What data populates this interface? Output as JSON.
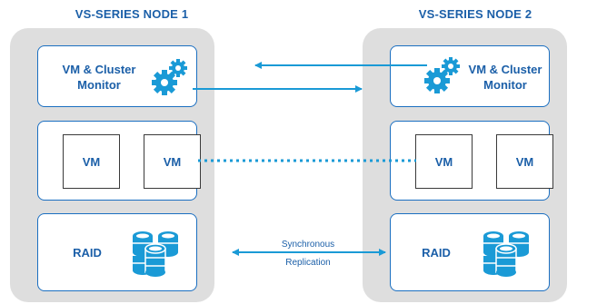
{
  "nodes": [
    {
      "title": "VS-SERIES NODE 1",
      "monitor_label_line1": "VM & Cluster",
      "monitor_label_line2": "Monitor",
      "vms": [
        "VM",
        "VM"
      ],
      "storage_label": "RAID"
    },
    {
      "title": "VS-SERIES NODE 2",
      "monitor_label_line1": "VM & Cluster",
      "monitor_label_line2": "Monitor",
      "vms": [
        "VM",
        "VM"
      ],
      "storage_label": "RAID"
    }
  ],
  "replication": {
    "line1": "Synchronous",
    "line2": "Replication"
  },
  "icons": {
    "monitor": "gears-icon",
    "storage": "database-stack-icon"
  },
  "colors": {
    "accent": "#1b6fc1",
    "text": "#1b5fa8",
    "arrow": "#1a9ad6",
    "node_bg": "#dedede"
  }
}
